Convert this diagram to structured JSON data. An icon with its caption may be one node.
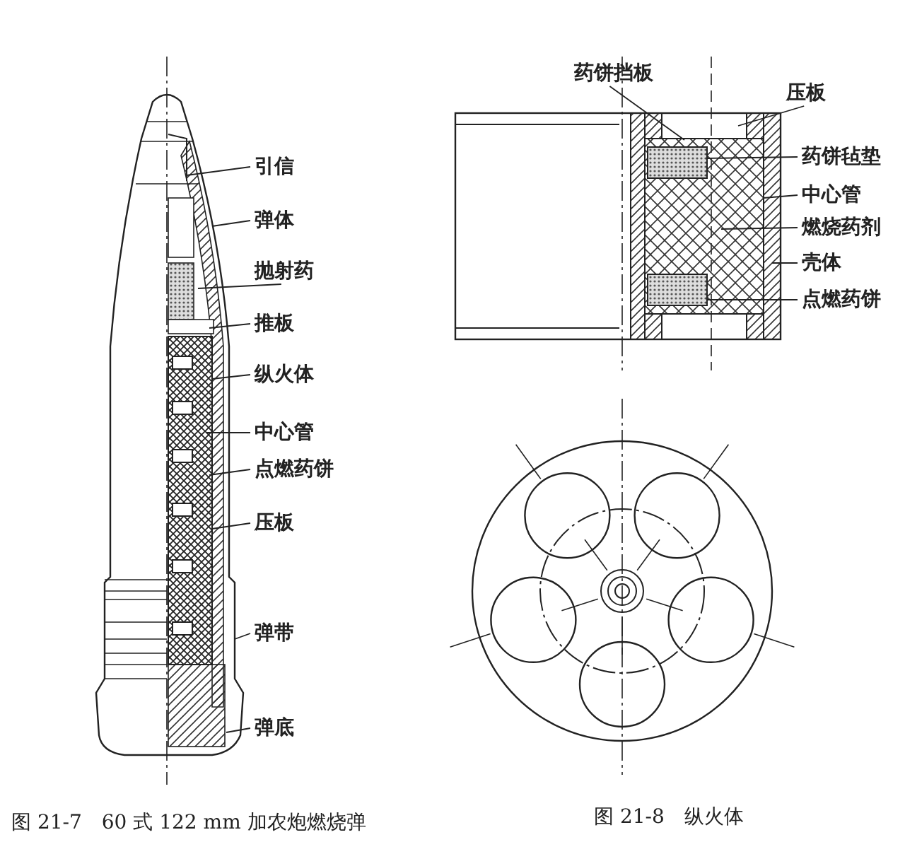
{
  "diagram": {
    "nodes": [
      {
        "text": [
          "引信"
        ]
      },
      {
        "text": [
          "弹体"
        ]
      },
      {
        "text": [
          "抛射药"
        ]
      },
      {
        "text": [
          "推板"
        ]
      },
      {
        "text": [
          "纵火体"
        ]
      },
      {
        "text": [
          "中心管"
        ]
      },
      {
        "text": [
          "点燃药饼"
        ]
      },
      {
        "text": [
          "压板"
        ]
      },
      {
        "text": [
          "弹带"
        ]
      },
      {
        "text": [
          "弹底"
        ]
      },
      {
        "text": [
          "药饼挡板"
        ]
      },
      {
        "text": [
          "压板"
        ]
      },
      {
        "text": [
          "药饼毡垫"
        ]
      },
      {
        "text": [
          "中心管"
        ]
      },
      {
        "text": [
          "燃烧药剂"
        ]
      },
      {
        "text": [
          "壳体"
        ]
      },
      {
        "text": [
          "点燃药饼"
        ]
      }
    ],
    "edges": [
      {
        "from": 0,
        "to": null,
        "arrow": "none"
      },
      {
        "from": 1,
        "to": null,
        "arrow": "none"
      },
      {
        "from": 2,
        "to": null,
        "arrow": "none"
      },
      {
        "from": 3,
        "to": null,
        "arrow": "none"
      },
      {
        "from": 4,
        "to": null,
        "arrow": "none"
      },
      {
        "from": 5,
        "to": null,
        "arrow": "none"
      },
      {
        "from": 6,
        "to": null,
        "arrow": "none"
      },
      {
        "from": 7,
        "to": null,
        "arrow": "none"
      },
      {
        "from": 8,
        "to": null,
        "arrow": "none"
      },
      {
        "from": 9,
        "to": null,
        "arrow": "none"
      },
      {
        "from": 10,
        "to": null,
        "arrow": "none"
      },
      {
        "from": 11,
        "to": null,
        "arrow": "none"
      },
      {
        "from": 12,
        "to": null,
        "arrow": "none"
      },
      {
        "from": 13,
        "to": null,
        "arrow": "none"
      },
      {
        "from": 14,
        "to": null,
        "arrow": "none"
      },
      {
        "from": 15,
        "to": null,
        "arrow": "none"
      },
      {
        "from": 16,
        "to": null,
        "arrow": "none"
      }
    ],
    "labels": [
      "图 21-7　60 式 122 mm 加农炮燃烧弹",
      "图 21-8　纵火体"
    ]
  }
}
